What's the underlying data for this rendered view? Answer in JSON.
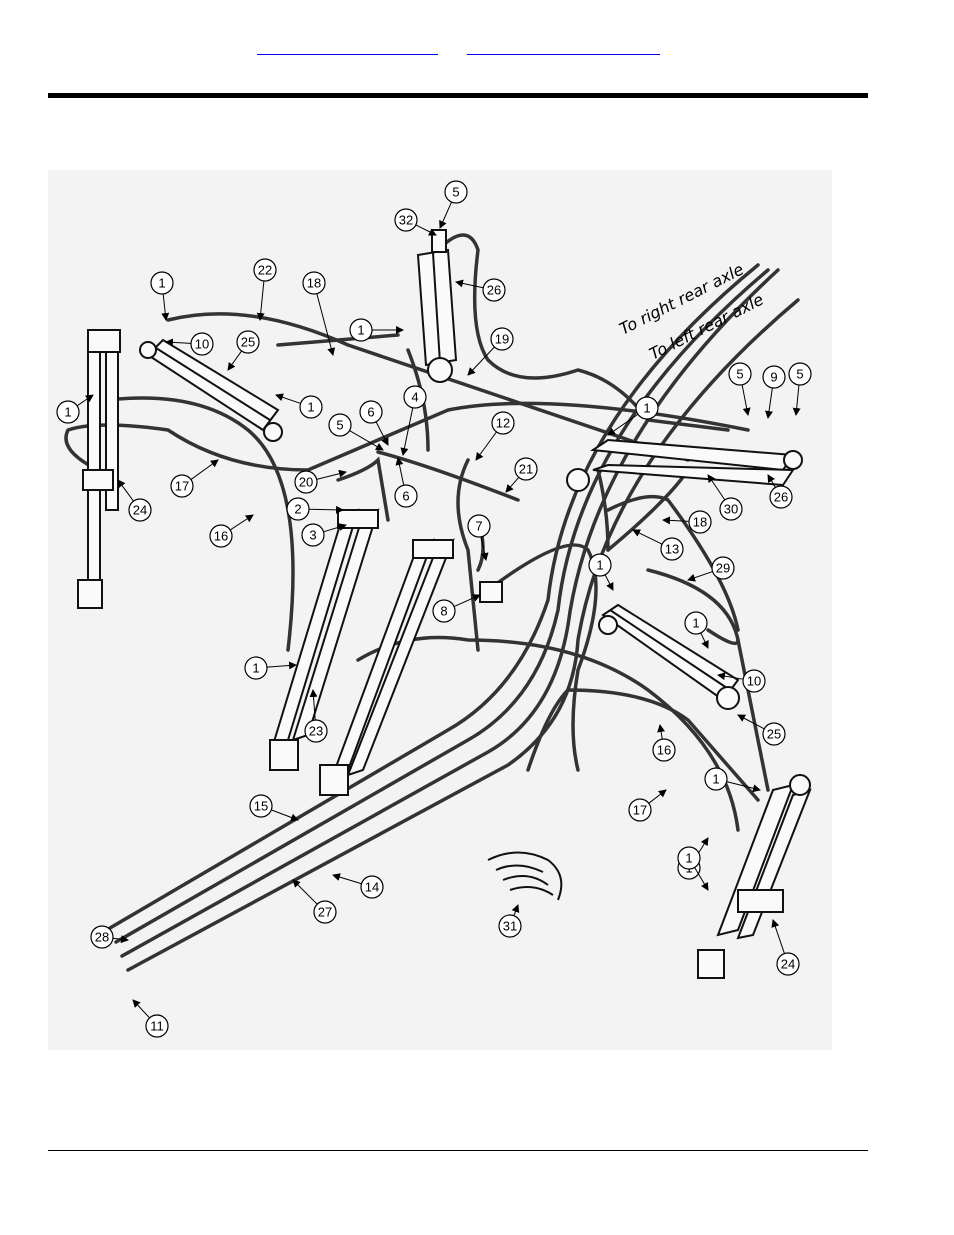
{
  "header": {
    "links": [
      "",
      ""
    ]
  },
  "diagram": {
    "annotations": {
      "right_rear_axle": "To right rear axle",
      "left_rear_axle": "To left rear axle"
    },
    "callouts": [
      "5",
      "32",
      "22",
      "1",
      "18",
      "26",
      "1",
      "10",
      "25",
      "19",
      "1",
      "1",
      "5",
      "9",
      "5",
      "4",
      "6",
      "5",
      "12",
      "1",
      "20",
      "6",
      "21",
      "17",
      "24",
      "2",
      "3",
      "7",
      "18",
      "30",
      "26",
      "16",
      "13",
      "1",
      "8",
      "1",
      "29",
      "1",
      "10",
      "1",
      "23",
      "25",
      "16",
      "1",
      "17",
      "15",
      "1",
      "14",
      "31",
      "27",
      "28",
      "11",
      "24"
    ]
  }
}
